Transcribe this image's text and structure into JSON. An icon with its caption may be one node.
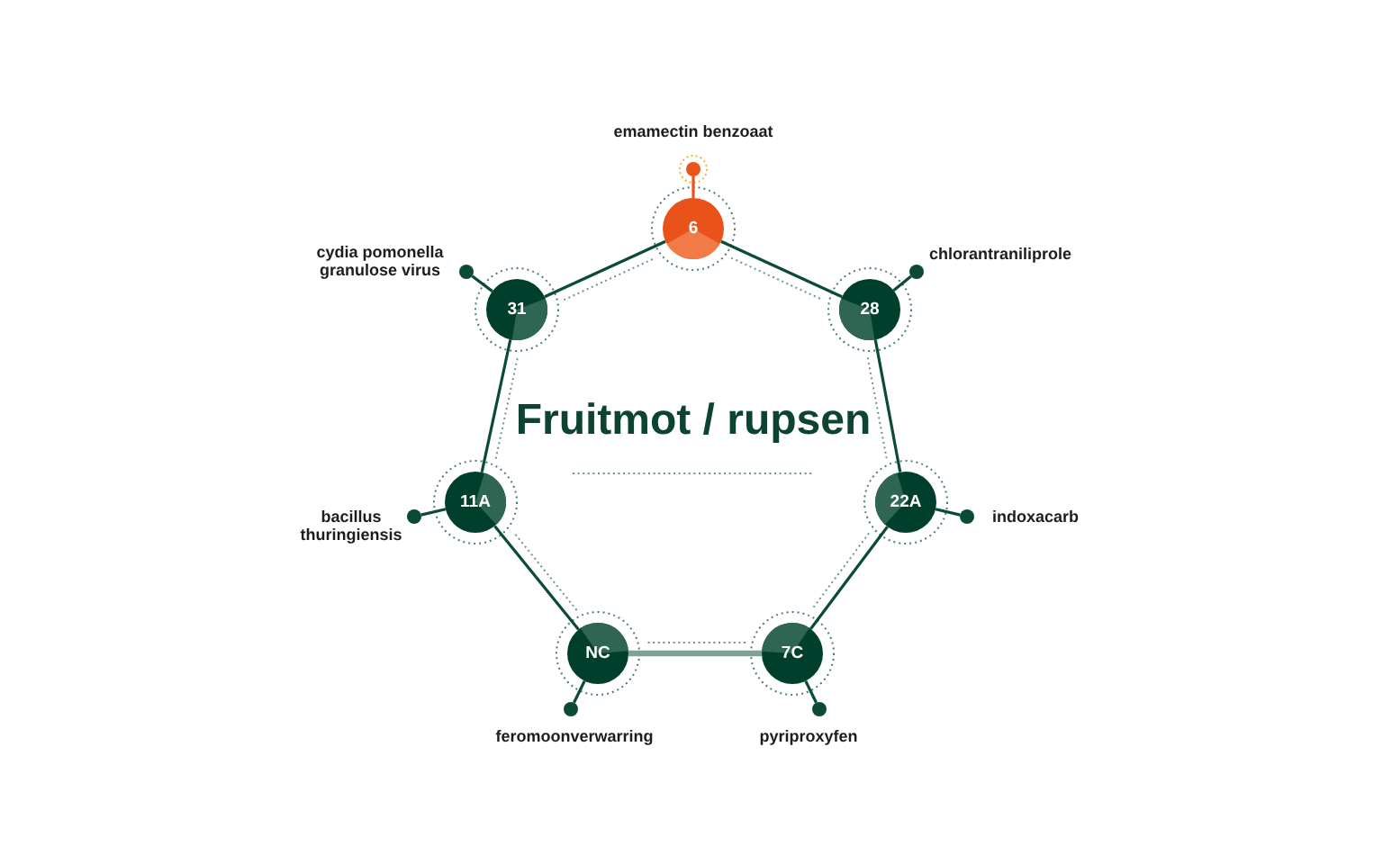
{
  "diagram": {
    "title": "Fruitmot / rupsen",
    "nodes": [
      {
        "text": [
          "6"
        ]
      },
      {
        "text": [
          "28"
        ]
      },
      {
        "text": [
          "22A"
        ]
      },
      {
        "text": [
          "7C"
        ]
      },
      {
        "text": [
          "NC"
        ]
      },
      {
        "text": [
          "11A"
        ]
      },
      {
        "text": [
          "31"
        ]
      },
      {
        "text": [],
        "shape": "circle",
        "beside": [
          "emamectin benzoaat"
        ]
      },
      {
        "text": [],
        "shape": "circle",
        "beside": [
          "chlorantraniliprole"
        ]
      },
      {
        "text": [],
        "shape": "circle",
        "beside": [
          "indoxacarb"
        ]
      },
      {
        "text": [],
        "shape": "circle",
        "beside": [
          "pyriproxyfen"
        ]
      },
      {
        "text": [],
        "shape": "circle",
        "beside": [
          "feromoonverwarring"
        ]
      },
      {
        "text": [],
        "shape": "circle",
        "beside": [
          "bacillus thuringiensis"
        ]
      },
      {
        "text": [],
        "shape": "circle",
        "beside": [
          "cydia pomonella granulose virus"
        ]
      }
    ],
    "edges": [
      {
        "from": 0,
        "to": 1,
        "arrow": "none"
      },
      {
        "from": 1,
        "to": 2,
        "arrow": "none"
      },
      {
        "from": 2,
        "to": 3,
        "arrow": "none"
      },
      {
        "from": 3,
        "to": 4,
        "arrow": "none",
        "style": "thick",
        "color": "#7ba293"
      },
      {
        "from": 4,
        "to": 5,
        "arrow": "none"
      },
      {
        "from": 5,
        "to": 6,
        "arrow": "none"
      },
      {
        "from": 6,
        "to": 0,
        "arrow": "none"
      },
      {
        "from": 0,
        "to": 7,
        "arrow": "none",
        "color": "#e8541a"
      },
      {
        "from": 1,
        "to": 8,
        "arrow": "none"
      },
      {
        "from": 2,
        "to": 9,
        "arrow": "none"
      },
      {
        "from": 3,
        "to": 10,
        "arrow": "none"
      },
      {
        "from": 4,
        "to": 11,
        "arrow": "none"
      },
      {
        "from": 5,
        "to": 12,
        "arrow": "none"
      },
      {
        "from": 6,
        "to": 13,
        "arrow": "none"
      }
    ]
  }
}
